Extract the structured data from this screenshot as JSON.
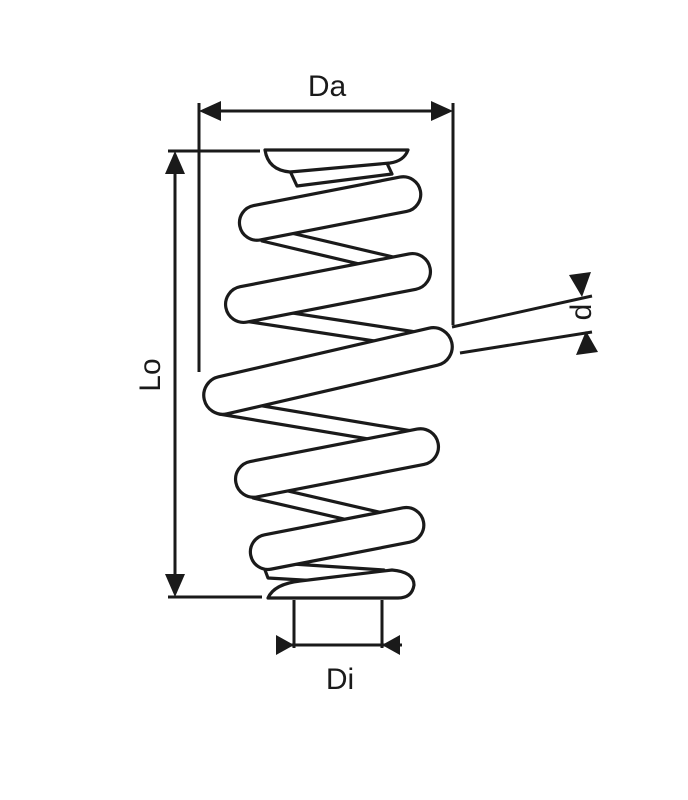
{
  "diagram": {
    "labels": {
      "outer_diameter": "Da",
      "free_length": "Lo",
      "wire_diameter": "d",
      "inner_diameter": "Di"
    },
    "colors": {
      "stroke": "#1a1a1a",
      "background": "#ffffff"
    }
  }
}
